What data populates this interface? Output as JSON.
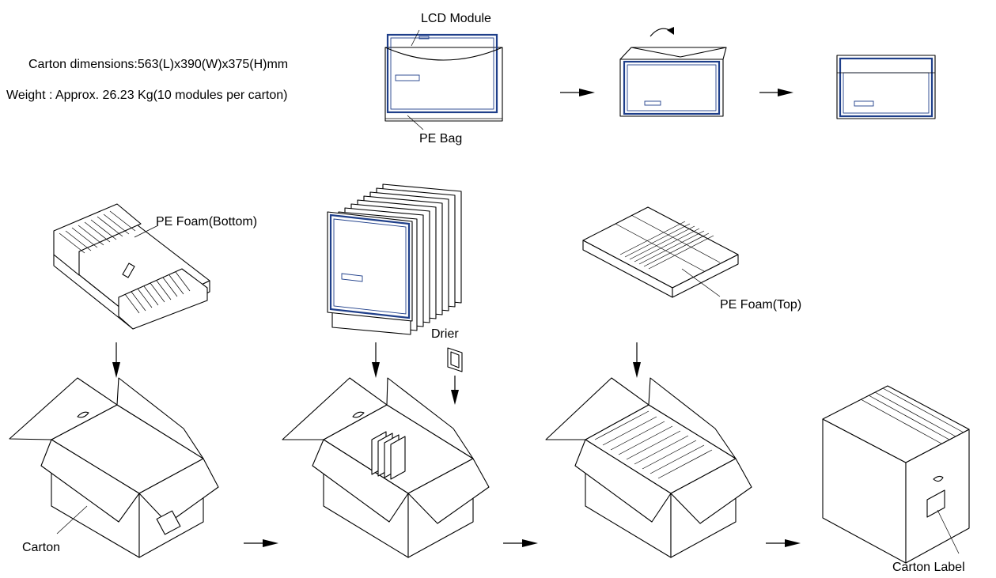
{
  "specs": {
    "dimensions": "Carton dimensions:563(L)x390(W)x375(H)mm",
    "weight": "Weight : Approx. 26.23 Kg(10 modules per carton)"
  },
  "labels": {
    "lcd_module": "LCD  Module",
    "pe_bag": "PE Bag",
    "pe_foam_bottom": "PE Foam(Bottom)",
    "drier": "Drier",
    "pe_foam_top": "PE Foam(Top)",
    "carton": "Carton",
    "carton_label": "Carton Label"
  },
  "colors": {
    "module_frame": "#1f3f8a",
    "line": "#000000"
  }
}
